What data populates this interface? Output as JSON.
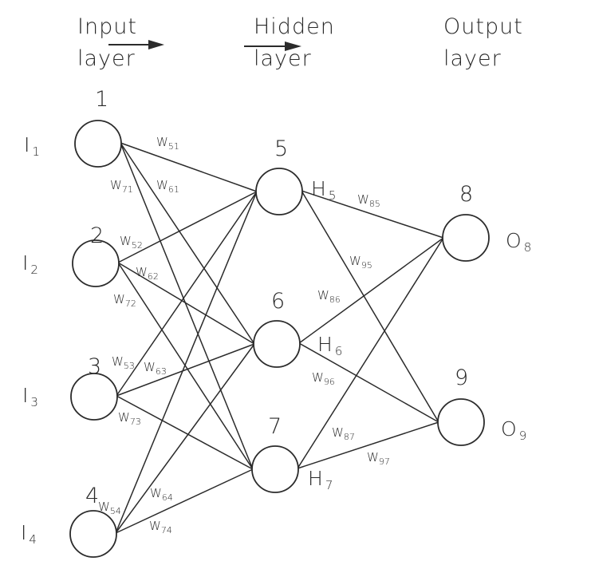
{
  "header": {
    "layers": [
      {
        "line1": "Input",
        "line2": "layer"
      },
      {
        "line1": "Hidden",
        "line2": "layer"
      },
      {
        "line1": "Output",
        "line2": "layer"
      }
    ]
  },
  "nodes": [
    {
      "id": "1",
      "number": "1",
      "name": "I",
      "sub": "1",
      "layer": "input"
    },
    {
      "id": "2",
      "number": "2",
      "name": "I",
      "sub": "2",
      "layer": "input"
    },
    {
      "id": "3",
      "number": "3",
      "name": "I",
      "sub": "3",
      "layer": "input"
    },
    {
      "id": "4",
      "number": "4",
      "name": "I",
      "sub": "4",
      "layer": "input"
    },
    {
      "id": "5",
      "number": "5",
      "name": "H",
      "sub": "5",
      "layer": "hidden"
    },
    {
      "id": "6",
      "number": "6",
      "name": "H",
      "sub": "6",
      "layer": "hidden"
    },
    {
      "id": "7",
      "number": "7",
      "name": "H",
      "sub": "7",
      "layer": "hidden"
    },
    {
      "id": "8",
      "number": "8",
      "name": "O",
      "sub": "8",
      "layer": "output"
    },
    {
      "id": "9",
      "number": "9",
      "name": "O",
      "sub": "9",
      "layer": "output"
    }
  ],
  "edges": [
    {
      "from": "1",
      "to": "5",
      "label": "W",
      "sub": "51"
    },
    {
      "from": "1",
      "to": "6",
      "label": "W",
      "sub": "61"
    },
    {
      "from": "1",
      "to": "7",
      "label": "W",
      "sub": "71"
    },
    {
      "from": "2",
      "to": "5",
      "label": "W",
      "sub": "52"
    },
    {
      "from": "2",
      "to": "6",
      "label": "W",
      "sub": "62"
    },
    {
      "from": "2",
      "to": "7",
      "label": "W",
      "sub": "72"
    },
    {
      "from": "3",
      "to": "5",
      "label": "W",
      "sub": "53"
    },
    {
      "from": "3",
      "to": "6",
      "label": "W",
      "sub": "63"
    },
    {
      "from": "3",
      "to": "7",
      "label": "W",
      "sub": "73"
    },
    {
      "from": "4",
      "to": "5",
      "label": "W",
      "sub": "54"
    },
    {
      "from": "4",
      "to": "6",
      "label": "W",
      "sub": "64"
    },
    {
      "from": "4",
      "to": "7",
      "label": "W",
      "sub": "74"
    },
    {
      "from": "5",
      "to": "8",
      "label": "W",
      "sub": "85"
    },
    {
      "from": "5",
      "to": "9",
      "label": "W",
      "sub": "95"
    },
    {
      "from": "6",
      "to": "8",
      "label": "W",
      "sub": "86"
    },
    {
      "from": "6",
      "to": "9",
      "label": "W",
      "sub": "96"
    },
    {
      "from": "7",
      "to": "8",
      "label": "W",
      "sub": "87"
    },
    {
      "from": "7",
      "to": "9",
      "label": "W",
      "sub": "97"
    }
  ]
}
